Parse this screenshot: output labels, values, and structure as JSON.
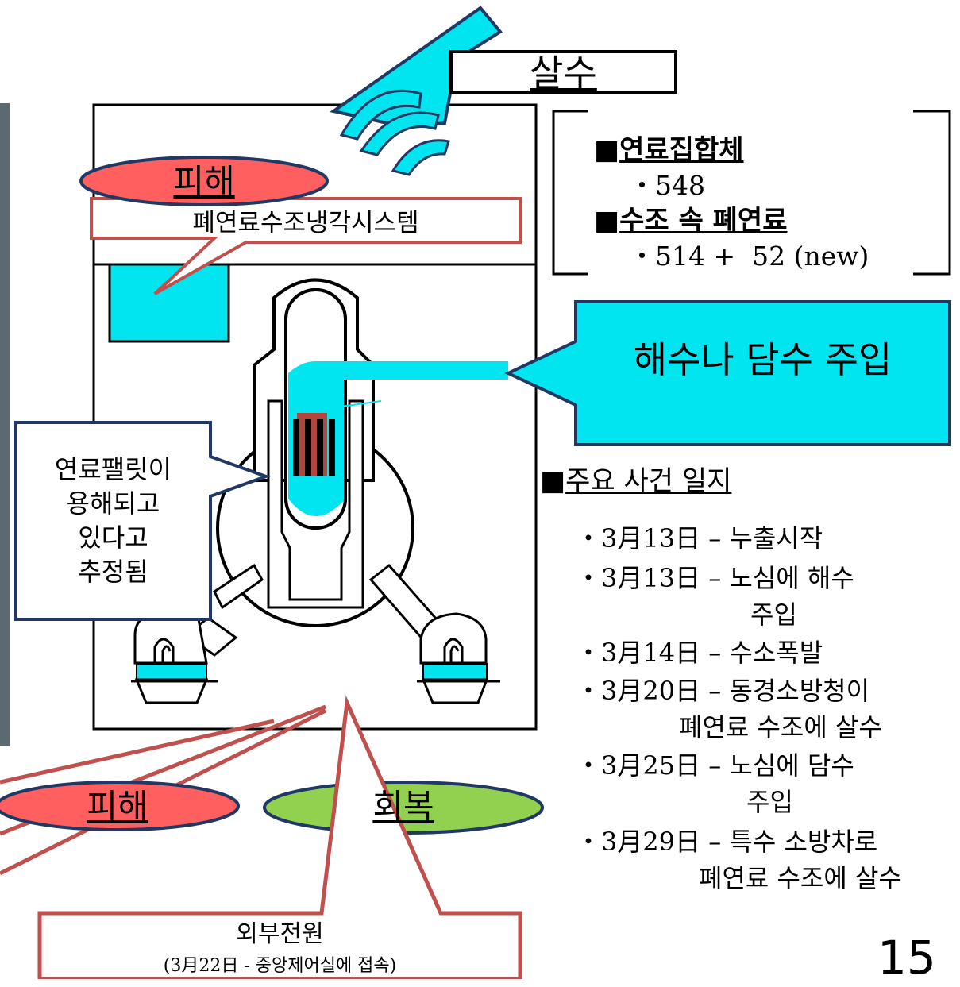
{
  "spray_label": "살수",
  "damage_label_top": "피해",
  "damage_label_bottom": "피해",
  "recovery_label": "회복",
  "spent_fuel_cooling": "폐연료수조냉각시스템",
  "fuel_melt_note": [
    "연료팰릿이",
    "용해되고",
    "있다고",
    "추정됨"
  ],
  "injection_label": "해수나 담수 주입",
  "external_power": {
    "title": "외부전원",
    "detail": "(3月22日 - 중앙제어실에 접속)"
  },
  "fuel_info": {
    "assemblies_heading": "연료집합체",
    "assemblies_value": "・548",
    "pool_heading": "수조 속 폐연료",
    "pool_value": "・514 +  52 (new)"
  },
  "events": {
    "heading": "주요 사건 일지",
    "lines": [
      "・3月13日 – 누출시작",
      "・3月13日 – 노심에 해수",
      "주입",
      "・3月14日 – 수소폭발",
      "・3月20日 – 동경소방청이",
      "폐연료 수조에 살수",
      "・3月25日 – 노심에 담수",
      "주입",
      "・3月29日 – 특수 소방차로",
      "폐연료 수조에 살수"
    ]
  },
  "page_number": "15",
  "colors": {
    "water": "#00e5f0",
    "damage": "#ff5f5f",
    "recovery": "#92d050",
    "callout_border": "#c0504d",
    "fuel_rod": "#b0473f",
    "arrow_border": "#1f3864"
  }
}
